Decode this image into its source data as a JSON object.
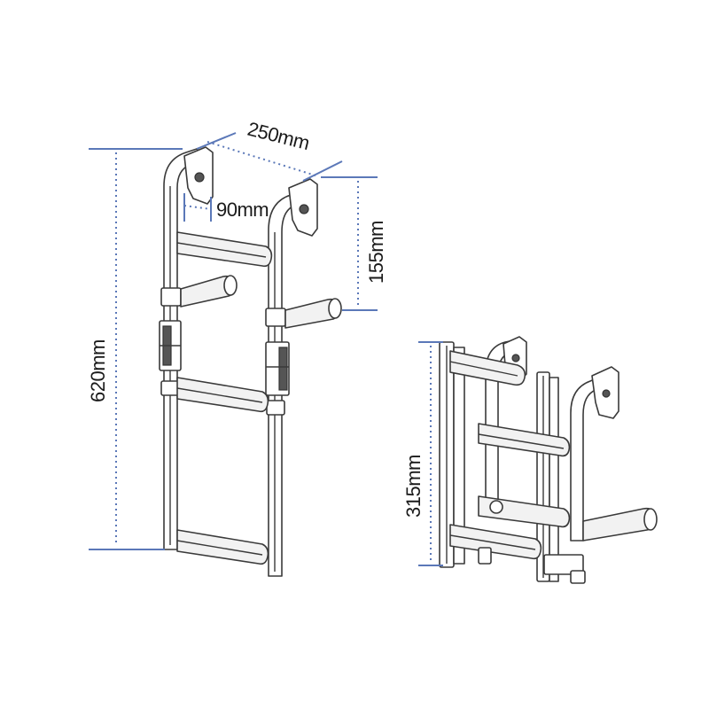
{
  "colors": {
    "dimension_line": "#5b78b8",
    "outline": "#3a3a3a",
    "text": "#1a1a1a",
    "background": "#ffffff"
  },
  "dimensions": {
    "width": "250mm",
    "standoff": "90mm",
    "step_spacing": "155mm",
    "height": "620mm",
    "folded_height": "315mm"
  }
}
